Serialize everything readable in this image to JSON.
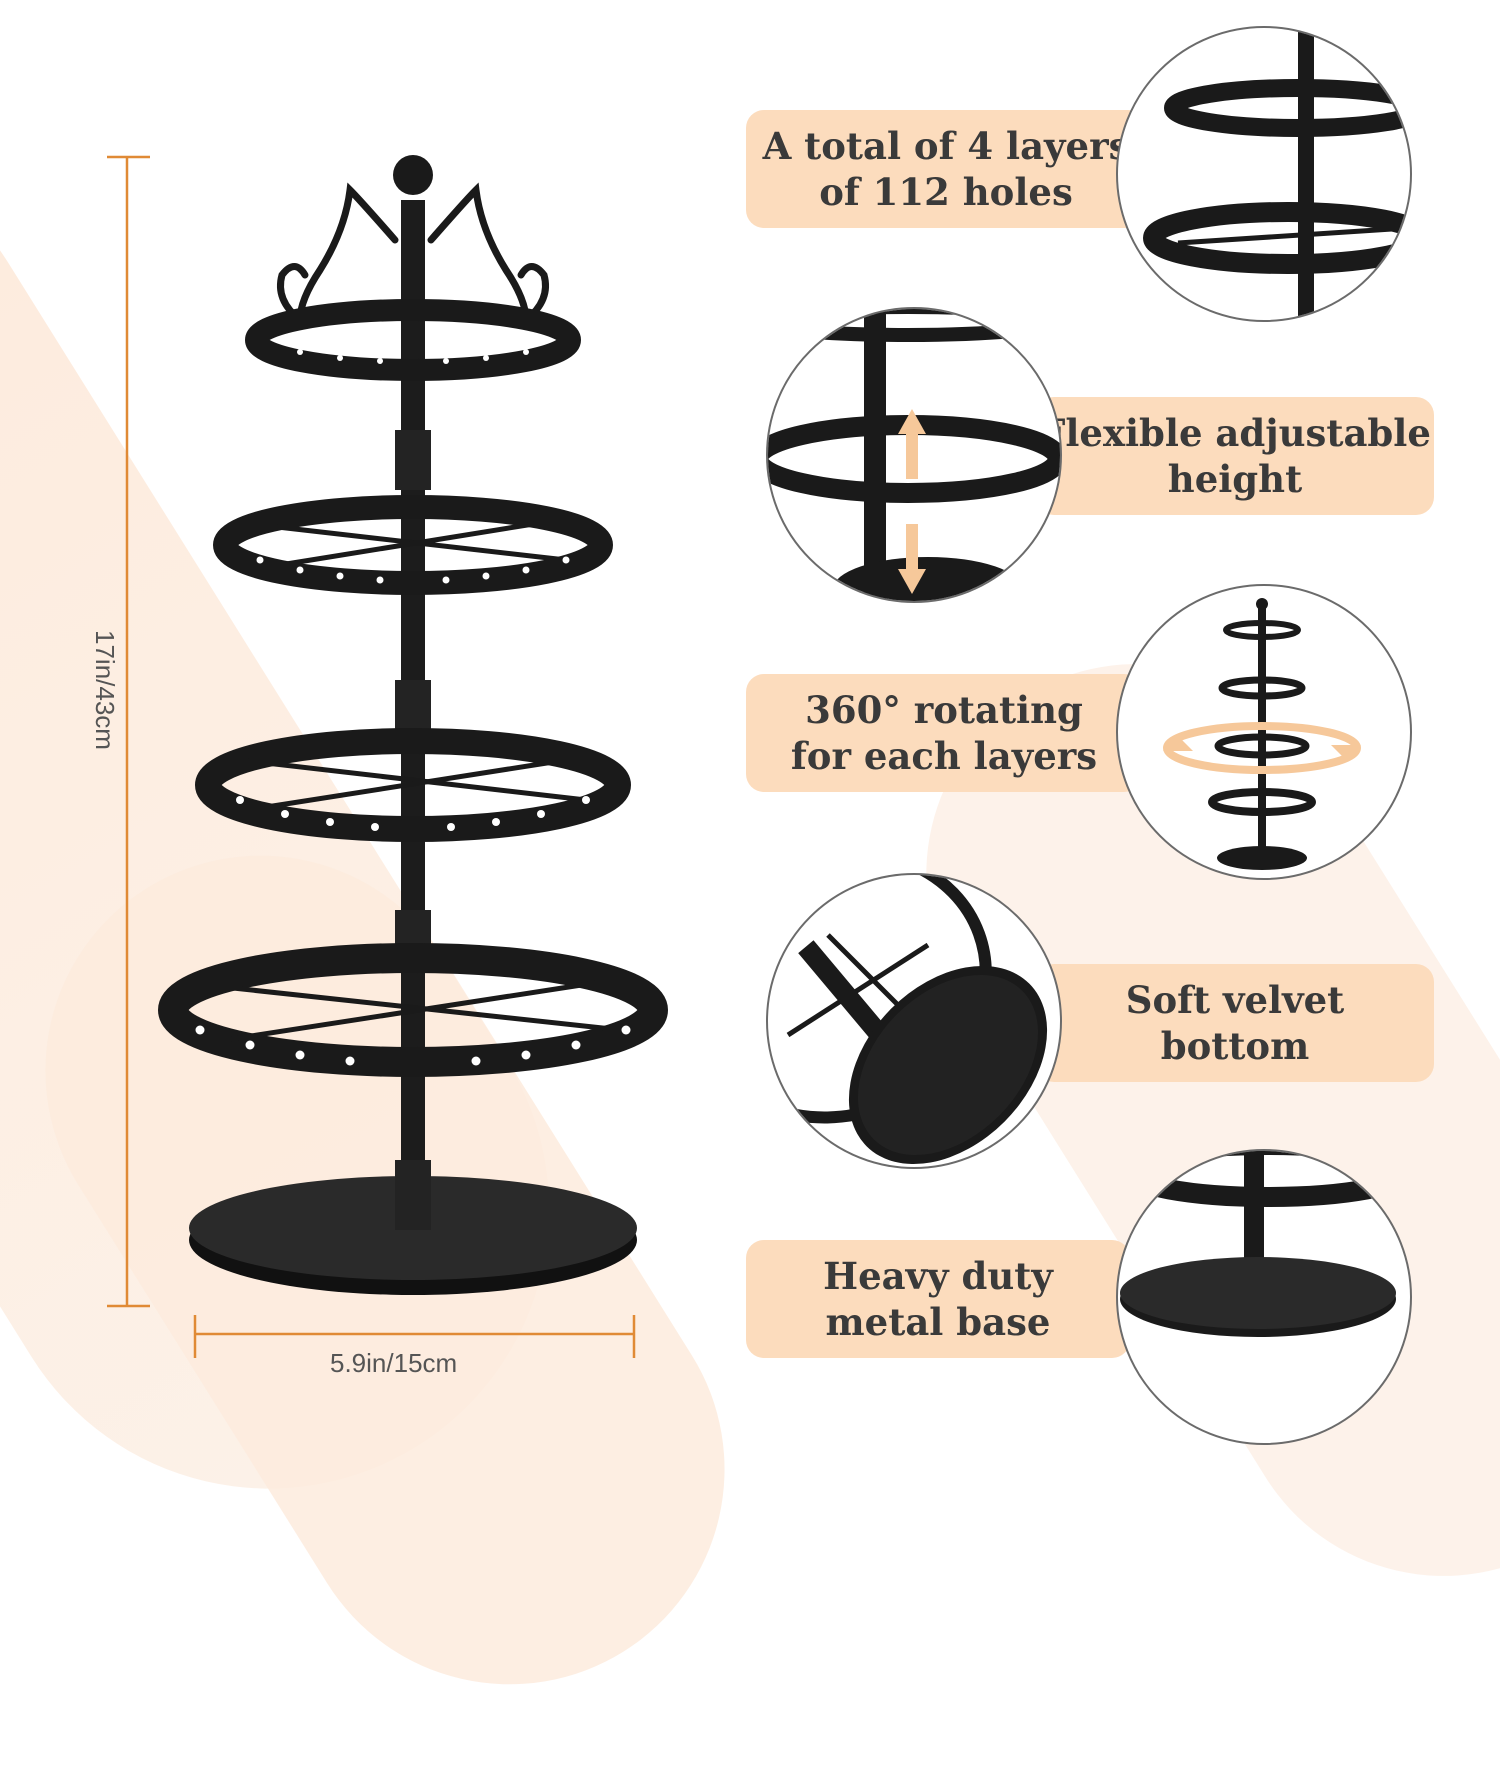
{
  "dimensions": {
    "height_label": "17in/43cm",
    "width_label": "5.9in/15cm",
    "line_color": "#e08a35"
  },
  "colors": {
    "banner": "#fcdcbd",
    "metal": "#1a1a1a",
    "arrow": "#f6c89a"
  },
  "features": [
    {
      "text": "A total of 4 layers\nof 112 holes",
      "icon": "tier-closeup-icon"
    },
    {
      "text": "Flexible adjustable\nheight",
      "icon": "height-adjust-arrows-icon"
    },
    {
      "text": "360°  rotating\nfor each layers",
      "icon": "rotation-arrows-icon"
    },
    {
      "text": "Soft velvet\nbottom",
      "icon": "velvet-base-icon"
    },
    {
      "text": "Heavy duty\nmetal base",
      "icon": "metal-base-icon"
    }
  ]
}
